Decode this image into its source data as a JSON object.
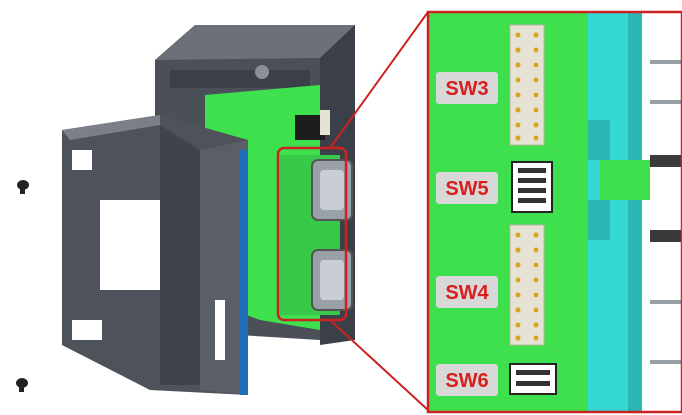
{
  "switches": [
    {
      "id": "sw3",
      "label": "SW3",
      "kind": "jumper-header"
    },
    {
      "id": "sw5",
      "label": "SW5",
      "kind": "dip-switch"
    },
    {
      "id": "sw4",
      "label": "SW4",
      "kind": "jumper-header"
    },
    {
      "id": "sw6",
      "label": "SW6",
      "kind": "dip-switch"
    }
  ],
  "colors": {
    "pcb_green": "#3ee04e",
    "label_bg": "#d8d8d8",
    "label_text": "#d81e1e",
    "callout_red": "#cc2222",
    "housing_dark": "#4a4f58",
    "housing_mid": "#6b7079",
    "rail_cyan": "#35d9d4",
    "stripe_blue": "#1f6fb8",
    "header_beige": "#e6e2d4",
    "pin_gold": "#d9a520"
  },
  "icons": [
    "screw-icon",
    "connector-icon",
    "dip-switch-icon",
    "jumper-header-icon"
  ]
}
